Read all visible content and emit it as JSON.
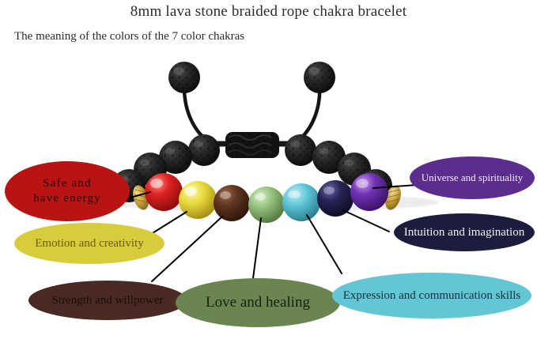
{
  "header": {
    "title": "8mm lava stone braided rope chakra bracelet",
    "subtitle": "The meaning of the colors of the 7 color chakras"
  },
  "product": {
    "image_alt": "black lava stone beaded bracelet with seven chakra gemstone beads and braided adjustable rope closure",
    "bead_count_chakra": 7,
    "closure": "braided rope sliding knot"
  },
  "chakra_labels": [
    {
      "id": "root",
      "text": "Safe and\nhave energy",
      "line1": "Safe and",
      "line2": "have energy",
      "fill": "#b81414",
      "text_color": "#2a0707",
      "bead_color": "#cc1b1b"
    },
    {
      "id": "sacral",
      "text": "Emotion and creativity",
      "fill": "#d8cc3c",
      "text_color": "#6b5a10",
      "bead_color": "#e3d23a"
    },
    {
      "id": "solar",
      "text": "Strength and willpower",
      "fill": "#4a2a22",
      "text_color": "#1a0d08",
      "bead_color": "#5b3322"
    },
    {
      "id": "heart",
      "text": "Love and healing",
      "fill": "#6b8551",
      "text_color": "#14210b",
      "bead_color": "#8fbb78"
    },
    {
      "id": "throat",
      "text": "Expression and communication skills",
      "fill": "#62c6d4",
      "text_color": "#10323b",
      "bead_color": "#5cc5d6"
    },
    {
      "id": "thirdeye",
      "text": "Intuition and imagination",
      "fill": "#1c1c3c",
      "text_color": "#f2f2f6",
      "bead_color": "#24224f"
    },
    {
      "id": "crown",
      "text": "Universe and spirituality",
      "fill": "#5b2d8e",
      "text_color": "#f2eef8",
      "bead_color": "#6c2fa8"
    }
  ],
  "colors": {
    "background": "#ffffff",
    "title_text": "#2b2b2b",
    "lava_stone": "#1b1b1b",
    "gold_spacer": "#c8a23a",
    "connector_line": "#000000"
  }
}
